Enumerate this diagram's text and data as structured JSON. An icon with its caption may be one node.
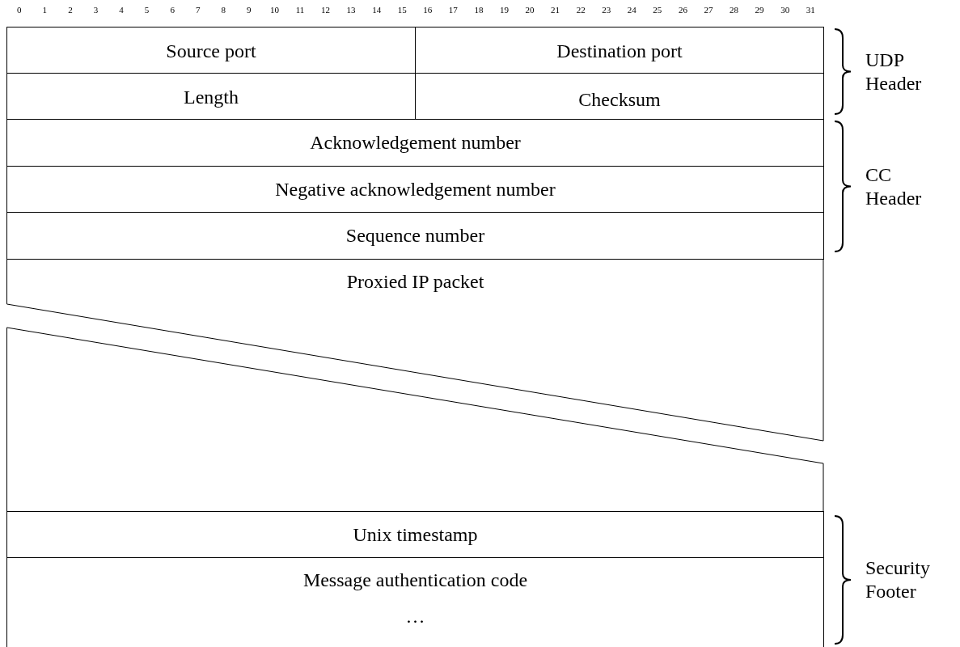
{
  "diagram": {
    "nodes": [
      {
        "text": [
          "Source port"
        ]
      },
      {
        "text": [
          "Destination port"
        ]
      },
      {
        "text": [
          "Length"
        ]
      },
      {
        "text": [
          "Checksum"
        ]
      },
      {
        "text": [
          "Acknowledgement number"
        ]
      },
      {
        "text": [
          "Negative acknowledgement number"
        ]
      },
      {
        "text": [
          "Sequence number"
        ]
      },
      {
        "text": [
          "Proxied IP packet"
        ]
      },
      {
        "text": [
          "Unix timestamp"
        ]
      },
      {
        "text": [
          "Message authentication code",
          "…"
        ]
      }
    ],
    "labels": [
      "0",
      "1",
      "2",
      "3",
      "4",
      "5",
      "6",
      "7",
      "8",
      "9",
      "10",
      "11",
      "12",
      "13",
      "14",
      "15",
      "16",
      "17",
      "18",
      "19",
      "20",
      "21",
      "22",
      "23",
      "24",
      "25",
      "26",
      "27",
      "28",
      "29",
      "30",
      "31",
      "UDP Header",
      "CC Header",
      "Security Footer"
    ]
  }
}
